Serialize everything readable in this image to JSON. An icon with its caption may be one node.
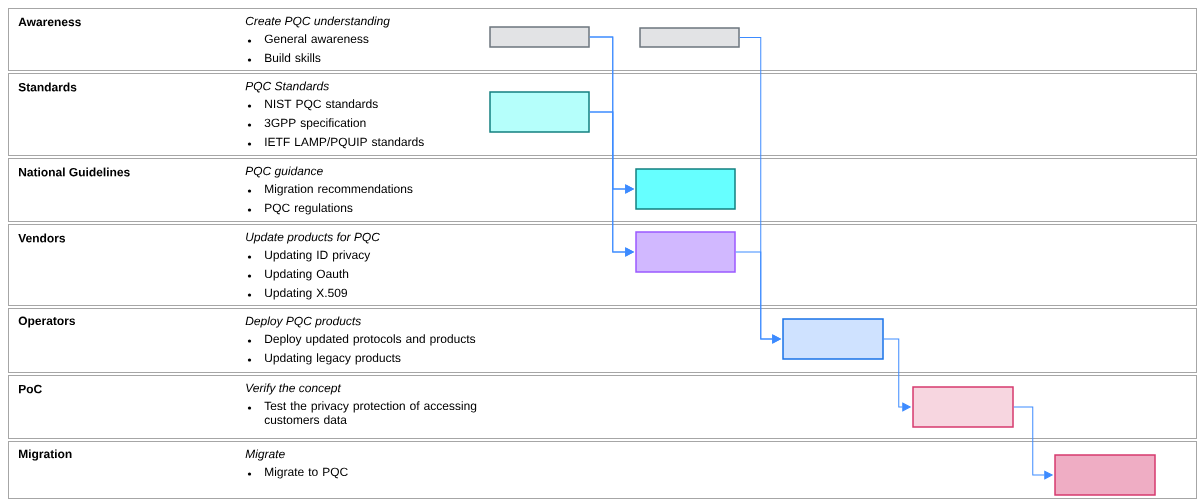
{
  "diagram": {
    "nodes": [
      {
        "text": [
          "Awareness",
          "Create PQC understanding",
          "General awareness",
          "Build skills"
        ]
      },
      {
        "text": [
          "Standards",
          "PQC Standards",
          "NIST PQC standards",
          "3GPP specification",
          "IETF LAMP/PQUIP standards"
        ]
      },
      {
        "text": [
          "National Guidelines",
          "PQC guidance",
          "Migration recommendations",
          "PQC regulations"
        ]
      },
      {
        "text": [
          "Vendors",
          "Update products for PQC",
          "Updating ID privacy",
          "Updating Oauth",
          "Updating X.509"
        ]
      },
      {
        "text": [
          "Operators",
          "Deploy PQC products",
          "Deploy updated protocols and products",
          "Updating legacy products"
        ]
      },
      {
        "text": [
          "PoC",
          "Verify the concept",
          "Test the privacy protection of accessing customers data"
        ]
      },
      {
        "text": [
          "Migration",
          "Migrate",
          "Migrate to PQC"
        ]
      },
      {
        "text": [],
        "shape": "box",
        "in": 0
      },
      {
        "text": [],
        "shape": "box",
        "in": 0
      },
      {
        "text": [],
        "shape": "box",
        "in": 1
      },
      {
        "text": [],
        "shape": "box",
        "in": 2
      },
      {
        "text": [],
        "shape": "box",
        "in": 3
      },
      {
        "text": [],
        "shape": "box",
        "in": 4
      },
      {
        "text": [],
        "shape": "box",
        "in": 5
      },
      {
        "text": [],
        "shape": "box",
        "in": 6
      }
    ],
    "edges": [
      {
        "from": 7,
        "to": 10,
        "arrow": "to"
      },
      {
        "from": 9,
        "to": 10,
        "arrow": "to"
      },
      {
        "from": 7,
        "to": 11,
        "arrow": "to"
      },
      {
        "from": 9,
        "to": 11,
        "arrow": "to"
      },
      {
        "from": 8,
        "to": 12,
        "arrow": "to"
      },
      {
        "from": 11,
        "to": 12,
        "arrow": "to"
      },
      {
        "from": 12,
        "to": 13,
        "arrow": "to"
      },
      {
        "from": 13,
        "to": 14,
        "arrow": "to"
      }
    ]
  }
}
